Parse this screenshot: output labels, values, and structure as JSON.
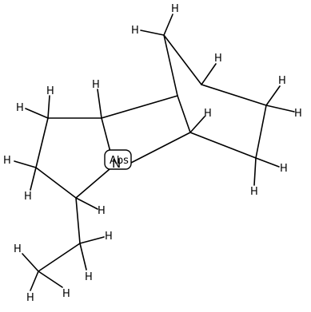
{
  "molecule": {
    "hydrogen_symbol": "H",
    "nitrogen_symbol": "N",
    "stereo_flag": "Abs"
  }
}
